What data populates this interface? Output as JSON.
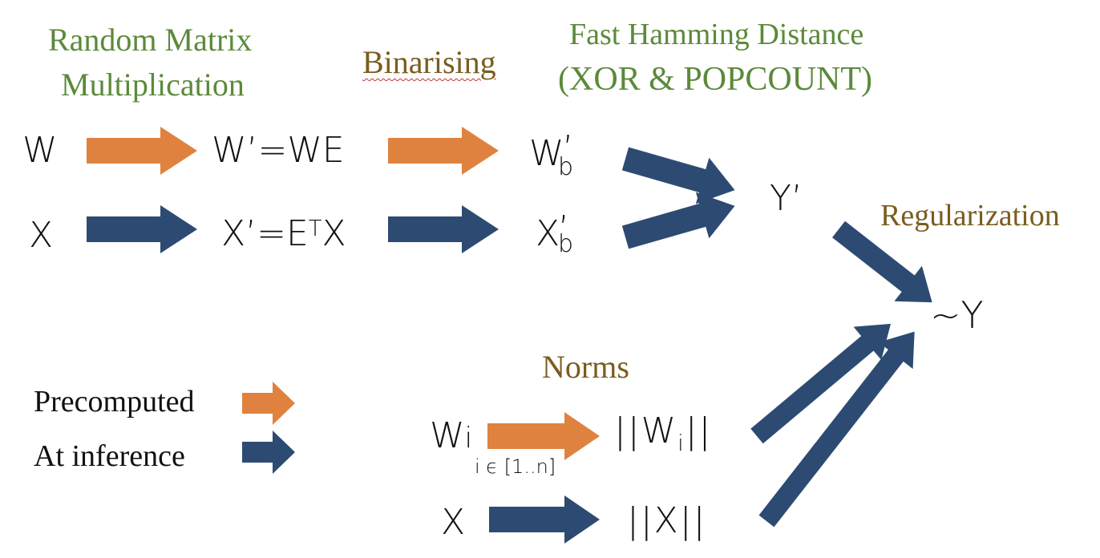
{
  "headings": {
    "random_matrix": [
      "Random Matrix",
      "Multiplication"
    ],
    "binarising": "Binarising",
    "hamming": [
      "Fast Hamming Distance",
      "(XOR & POPCOUNT)"
    ],
    "regularization": "Regularization",
    "norms": "Norms"
  },
  "nodes": {
    "w": "W",
    "x": "X",
    "w_prime": "W’=WE",
    "x_prime_left": "X’=E",
    "x_prime_sup": "T",
    "x_prime_right": "X",
    "wb_main": "W",
    "wb_prime": "’",
    "wb_sub": "b",
    "xb_main": "X",
    "xb_prime": "’",
    "xb_sub": "b",
    "y_prime": "Y’",
    "y_tilde": "~Y",
    "wi_main": "W",
    "wi_sub": "i",
    "wi_range": "i ϵ [1..n]",
    "norm_wi_left": "||W",
    "norm_wi_sub": "i",
    "norm_wi_right": "||",
    "x_bottom": "X",
    "norm_x": "||X||"
  },
  "legend": {
    "precomputed": "Precomputed",
    "at_inference": "At inference"
  },
  "colors": {
    "precomputed_arrow": "#e0823f",
    "inference_arrow": "#2d4b72",
    "heading_green": "#5b8a3a",
    "heading_olive": "#7a5c1e"
  }
}
